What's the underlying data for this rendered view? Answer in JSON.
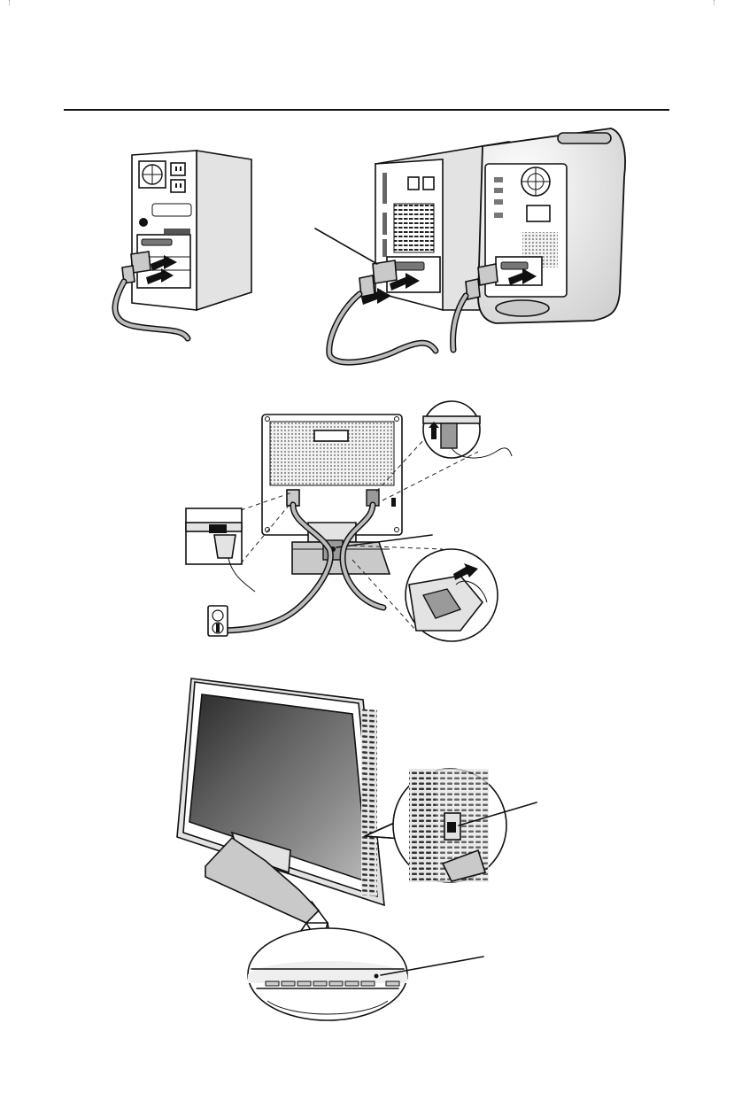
{
  "figures": [
    {
      "id": "step-1",
      "subject": "computer-rear-connection"
    },
    {
      "id": "step-2",
      "subject": "monitor-rear-cable-connection"
    },
    {
      "id": "step-3",
      "subject": "monitor-power-and-indicator"
    }
  ],
  "icons": [
    "arrow-icon",
    "power-outlet-icon",
    "power-switch-icon",
    "led-indicator-icon"
  ],
  "colors": {
    "ink": "#111111",
    "shade": "#c9c9c9",
    "light": "#e3e3e3"
  }
}
